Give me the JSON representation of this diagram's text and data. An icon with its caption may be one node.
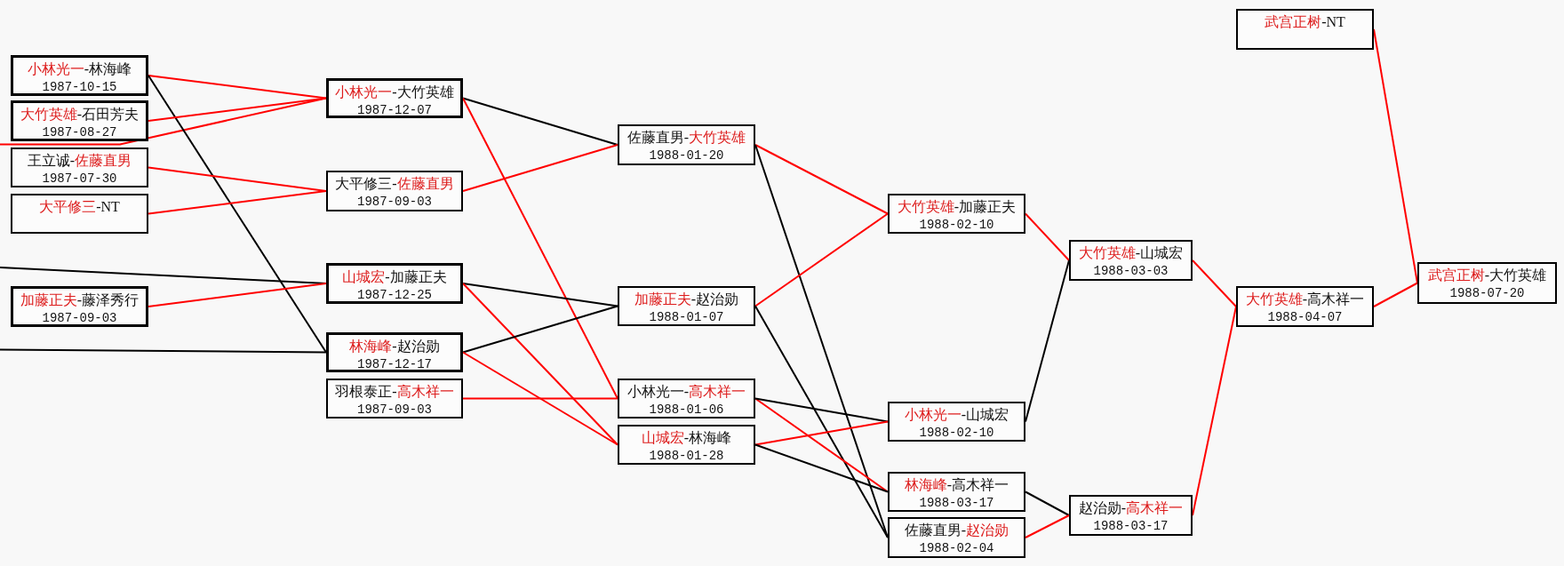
{
  "diagram": {
    "nodes": [
      {
        "text": [
          "小林光一-林海峰",
          "1987-10-15"
        ]
      },
      {
        "text": [
          "大竹英雄-石田芳夫",
          "1987-08-27"
        ]
      },
      {
        "text": [
          "王立诚-佐藤直男",
          "1987-07-30"
        ]
      },
      {
        "text": [
          "大平修三-NT"
        ]
      },
      {
        "text": [
          "加藤正夫-藤泽秀行",
          "1987-09-03"
        ]
      },
      {
        "text": [
          "小林光一-大竹英雄",
          "1987-12-07"
        ]
      },
      {
        "text": [
          "大平修三-佐藤直男",
          "1987-09-03"
        ]
      },
      {
        "text": [
          "山城宏-加藤正夫",
          "1987-12-25"
        ]
      },
      {
        "text": [
          "林海峰-赵治勋",
          "1987-12-17"
        ]
      },
      {
        "text": [
          "羽根泰正-高木祥一",
          "1987-09-03"
        ]
      },
      {
        "text": [
          "佐藤直男-大竹英雄",
          "1988-01-20"
        ]
      },
      {
        "text": [
          "加藤正夫-赵治勋",
          "1988-01-07"
        ]
      },
      {
        "text": [
          "小林光一-高木祥一",
          "1988-01-06"
        ]
      },
      {
        "text": [
          "山城宏-林海峰",
          "1988-01-28"
        ]
      },
      {
        "text": [
          "大竹英雄-加藤正夫",
          "1988-02-10"
        ]
      },
      {
        "text": [
          "小林光一-山城宏",
          "1988-02-10"
        ]
      },
      {
        "text": [
          "林海峰-高木祥一",
          "1988-03-17"
        ]
      },
      {
        "text": [
          "佐藤直男-赵治勋",
          "1988-02-04"
        ]
      },
      {
        "text": [
          "大竹英雄-山城宏",
          "1988-03-03"
        ]
      },
      {
        "text": [
          "赵治勋-高木祥一",
          "1988-03-17"
        ]
      },
      {
        "text": [
          "武宫正树-NT"
        ]
      },
      {
        "text": [
          "大竹英雄-高木祥一",
          "1988-04-07"
        ]
      },
      {
        "text": [
          "武宫正树-大竹英雄",
          "1988-07-20"
        ]
      }
    ],
    "edges": [
      {
        "from": null,
        "to": 5,
        "arrow": "none"
      },
      {
        "from": 0,
        "to": 5,
        "arrow": "none"
      },
      {
        "from": 0,
        "to": 8,
        "arrow": "none",
        "color": "#000000"
      },
      {
        "from": 1,
        "to": 5,
        "arrow": "none"
      },
      {
        "from": 2,
        "to": 6,
        "arrow": "none"
      },
      {
        "from": 3,
        "to": 6,
        "arrow": "none"
      },
      {
        "from": null,
        "to": 7,
        "arrow": "none",
        "color": "#000000"
      },
      {
        "from": 4,
        "to": 7,
        "arrow": "none"
      },
      {
        "from": null,
        "to": 8,
        "arrow": "none",
        "color": "#000000"
      },
      {
        "from": 5,
        "to": 10,
        "arrow": "none",
        "color": "#000000"
      },
      {
        "from": 5,
        "to": 12,
        "arrow": "none"
      },
      {
        "from": 6,
        "to": 10,
        "arrow": "none"
      },
      {
        "from": 7,
        "to": 11,
        "arrow": "none",
        "color": "#000000"
      },
      {
        "from": 7,
        "to": 13,
        "arrow": "none"
      },
      {
        "from": 8,
        "to": 11,
        "arrow": "none",
        "color": "#000000"
      },
      {
        "from": 8,
        "to": 13,
        "arrow": "none"
      },
      {
        "from": 9,
        "to": 12,
        "arrow": "none"
      },
      {
        "from": 10,
        "to": 14,
        "arrow": "none"
      },
      {
        "from": 10,
        "to": 17,
        "arrow": "none",
        "color": "#000000"
      },
      {
        "from": 11,
        "to": 14,
        "arrow": "none"
      },
      {
        "from": 11,
        "to": 17,
        "arrow": "none",
        "color": "#000000"
      },
      {
        "from": 12,
        "to": 16,
        "arrow": "none"
      },
      {
        "from": 12,
        "to": 15,
        "arrow": "none",
        "color": "#000000"
      },
      {
        "from": 13,
        "to": 15,
        "arrow": "none"
      },
      {
        "from": 13,
        "to": 16,
        "arrow": "none",
        "color": "#000000"
      },
      {
        "from": 14,
        "to": 18,
        "arrow": "none"
      },
      {
        "from": 15,
        "to": 18,
        "arrow": "none",
        "color": "#000000"
      },
      {
        "from": 16,
        "to": 19,
        "arrow": "none",
        "color": "#000000"
      },
      {
        "from": 17,
        "to": 19,
        "arrow": "none"
      },
      {
        "from": 18,
        "to": 21,
        "arrow": "none"
      },
      {
        "from": 19,
        "to": 21,
        "arrow": "none"
      },
      {
        "from": 20,
        "to": 22,
        "arrow": "none"
      },
      {
        "from": 21,
        "to": 22,
        "arrow": "none"
      }
    ]
  }
}
